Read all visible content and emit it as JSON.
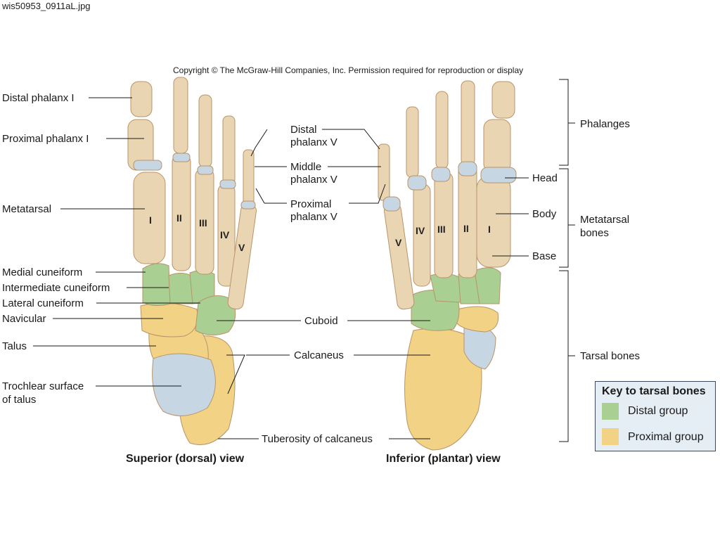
{
  "file_name": "wis50953_0911aL.jpg",
  "copyright": "Copyright © The McGraw-Hill Companies, Inc. Permission required for reproduction or display",
  "colors": {
    "bone": "#ead5b3",
    "bone_dark": "#c9a67c",
    "cartilage": "#c7d6e3",
    "distal_group": "#a9cf92",
    "proximal_group": "#f2d284",
    "key_background": "#e6eef5"
  },
  "labels": {
    "distal_phalanx_1": "Distal phalanx I",
    "proximal_phalanx_1": "Proximal phalanx I",
    "metatarsal": "Metatarsal",
    "medial_cuneiform": "Medial cuneiform",
    "intermediate_cuneiform": "Intermediate cuneiform",
    "lateral_cuneiform": "Lateral cuneiform",
    "navicular": "Navicular",
    "talus": "Talus",
    "trochlear_surface_line1": "Trochlear surface",
    "trochlear_surface_line2": "of talus",
    "distal_phalanx_5_line1": "Distal",
    "distal_phalanx_5_line2": "phalanx V",
    "middle_phalanx_5_line1": "Middle",
    "middle_phalanx_5_line2": "phalanx V",
    "proximal_phalanx_5_line1": "Proximal",
    "proximal_phalanx_5_line2": "phalanx V",
    "cuboid": "Cuboid",
    "calcaneus": "Calcaneus",
    "tuberosity": "Tuberosity of calcaneus",
    "phalanges": "Phalanges",
    "head": "Head",
    "body": "Body",
    "base": "Base",
    "metatarsal_bones_line1": "Metatarsal",
    "metatarsal_bones_line2": "bones",
    "tarsal_bones": "Tarsal bones"
  },
  "roman_numerals": {
    "left": [
      "I",
      "II",
      "III",
      "IV",
      "V"
    ],
    "right": [
      "V",
      "IV",
      "III",
      "II",
      "I"
    ]
  },
  "views": {
    "superior": "Superior (dorsal) view",
    "inferior": "Inferior (plantar) view"
  },
  "key": {
    "title": "Key to tarsal bones",
    "distal": "Distal group",
    "proximal": "Proximal group"
  }
}
